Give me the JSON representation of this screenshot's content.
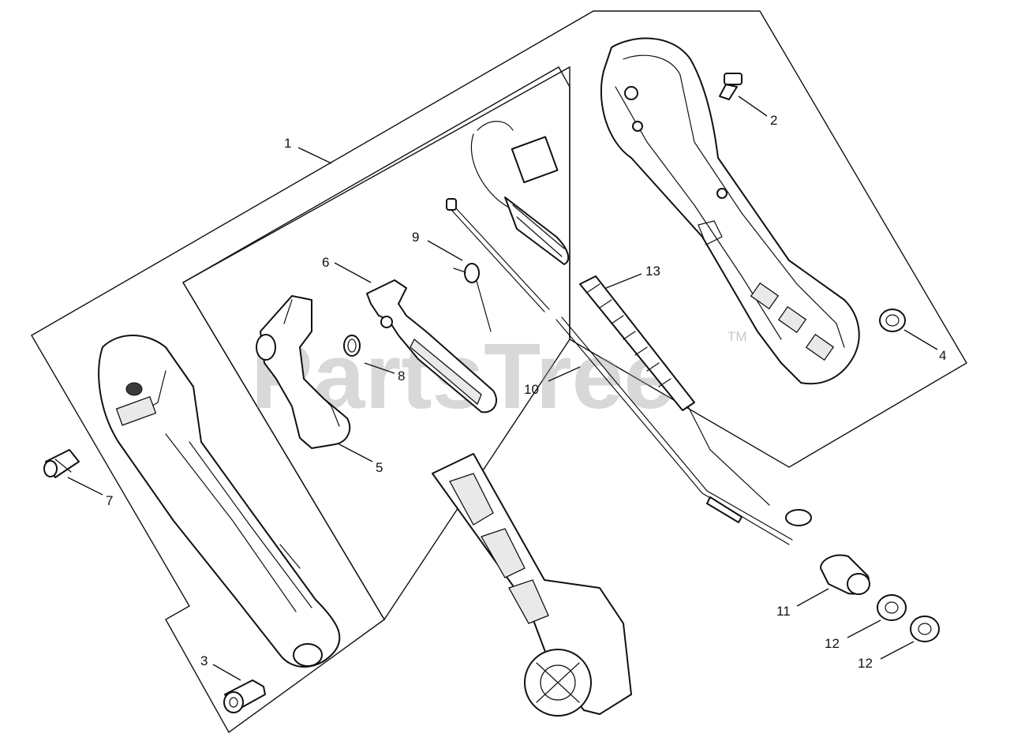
{
  "diagram": {
    "watermark": "PartsTree",
    "trademark": "TM",
    "callouts": [
      {
        "id": "c1",
        "label": "1"
      },
      {
        "id": "c2",
        "label": "2"
      },
      {
        "id": "c3",
        "label": "3"
      },
      {
        "id": "c4",
        "label": "4"
      },
      {
        "id": "c5",
        "label": "5"
      },
      {
        "id": "c6",
        "label": "6"
      },
      {
        "id": "c7",
        "label": "7"
      },
      {
        "id": "c8",
        "label": "8"
      },
      {
        "id": "c9",
        "label": "9"
      },
      {
        "id": "c10",
        "label": "10"
      },
      {
        "id": "c11",
        "label": "11"
      },
      {
        "id": "c12a",
        "label": "12"
      },
      {
        "id": "c12b",
        "label": "12"
      },
      {
        "id": "c13",
        "label": "13"
      }
    ]
  }
}
